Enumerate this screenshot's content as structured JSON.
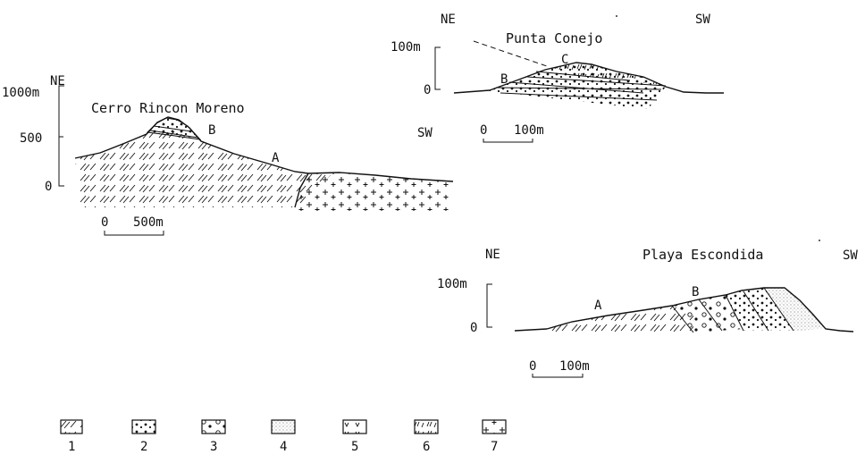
{
  "sections": {
    "cerro": {
      "title": "Cerro Rincon Moreno",
      "left_dir": "NE",
      "right_dir": "SW",
      "y_ticks": [
        "1000m",
        "500",
        "0"
      ],
      "labels": [
        "A",
        "B"
      ],
      "scale": {
        "zero": "0",
        "distance": "500m"
      }
    },
    "punta": {
      "title": "Punta Conejo",
      "left_dir": "NE",
      "right_dir": "SW",
      "y_ticks": [
        "100m",
        "0"
      ],
      "labels": [
        "B",
        "C"
      ],
      "scale": {
        "zero": "0",
        "distance": "100m"
      }
    },
    "playa": {
      "title": "Playa Escondida",
      "left_dir": "NE",
      "right_dir": "SW",
      "y_ticks": [
        "100m",
        "0"
      ],
      "labels": [
        "A",
        "B"
      ],
      "scale": {
        "zero": "0",
        "distance": "100m"
      }
    }
  },
  "legend": [
    {
      "number": "1",
      "pattern": "foliation-dashes"
    },
    {
      "number": "2",
      "pattern": "conglomerate-dots"
    },
    {
      "number": "3",
      "pattern": "coarse-pebbles"
    },
    {
      "number": "4",
      "pattern": "fine-stipple"
    },
    {
      "number": "5",
      "pattern": "v-marks"
    },
    {
      "number": "6",
      "pattern": "hatch-ticks"
    },
    {
      "number": "7",
      "pattern": "crosses"
    }
  ]
}
